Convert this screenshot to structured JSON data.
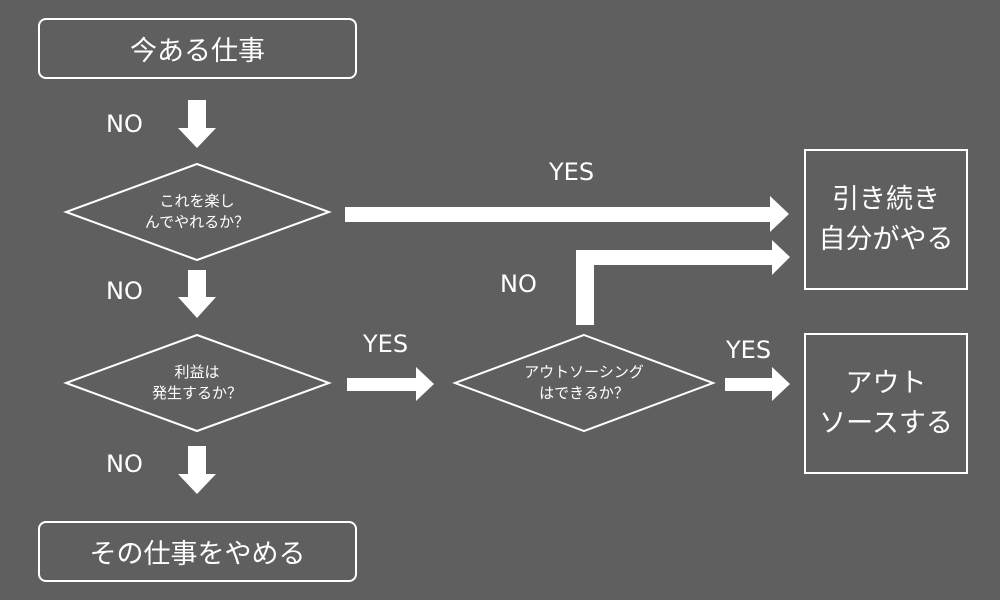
{
  "nodes": {
    "start": "今ある仕事",
    "q_enjoy": [
      "これを楽し",
      "んでやれるか？"
    ],
    "q_profit": [
      "利益は",
      "発生するか？"
    ],
    "q_outsource": [
      "アウトソーシング",
      "はできるか？"
    ],
    "end_quit": "その仕事をやめる",
    "res_continue": [
      "引き続き",
      "自分がやる"
    ],
    "res_outsource": [
      "アウト",
      "ソースする"
    ]
  },
  "edges": {
    "no_1": "NO",
    "no_2": "NO",
    "no_3": "NO",
    "no_4": "NO",
    "yes_enjoy": "YES",
    "yes_profit": "YES",
    "yes_outsource": "YES"
  },
  "colors": {
    "background": "#5f5f5f",
    "line": "#ffffff"
  }
}
